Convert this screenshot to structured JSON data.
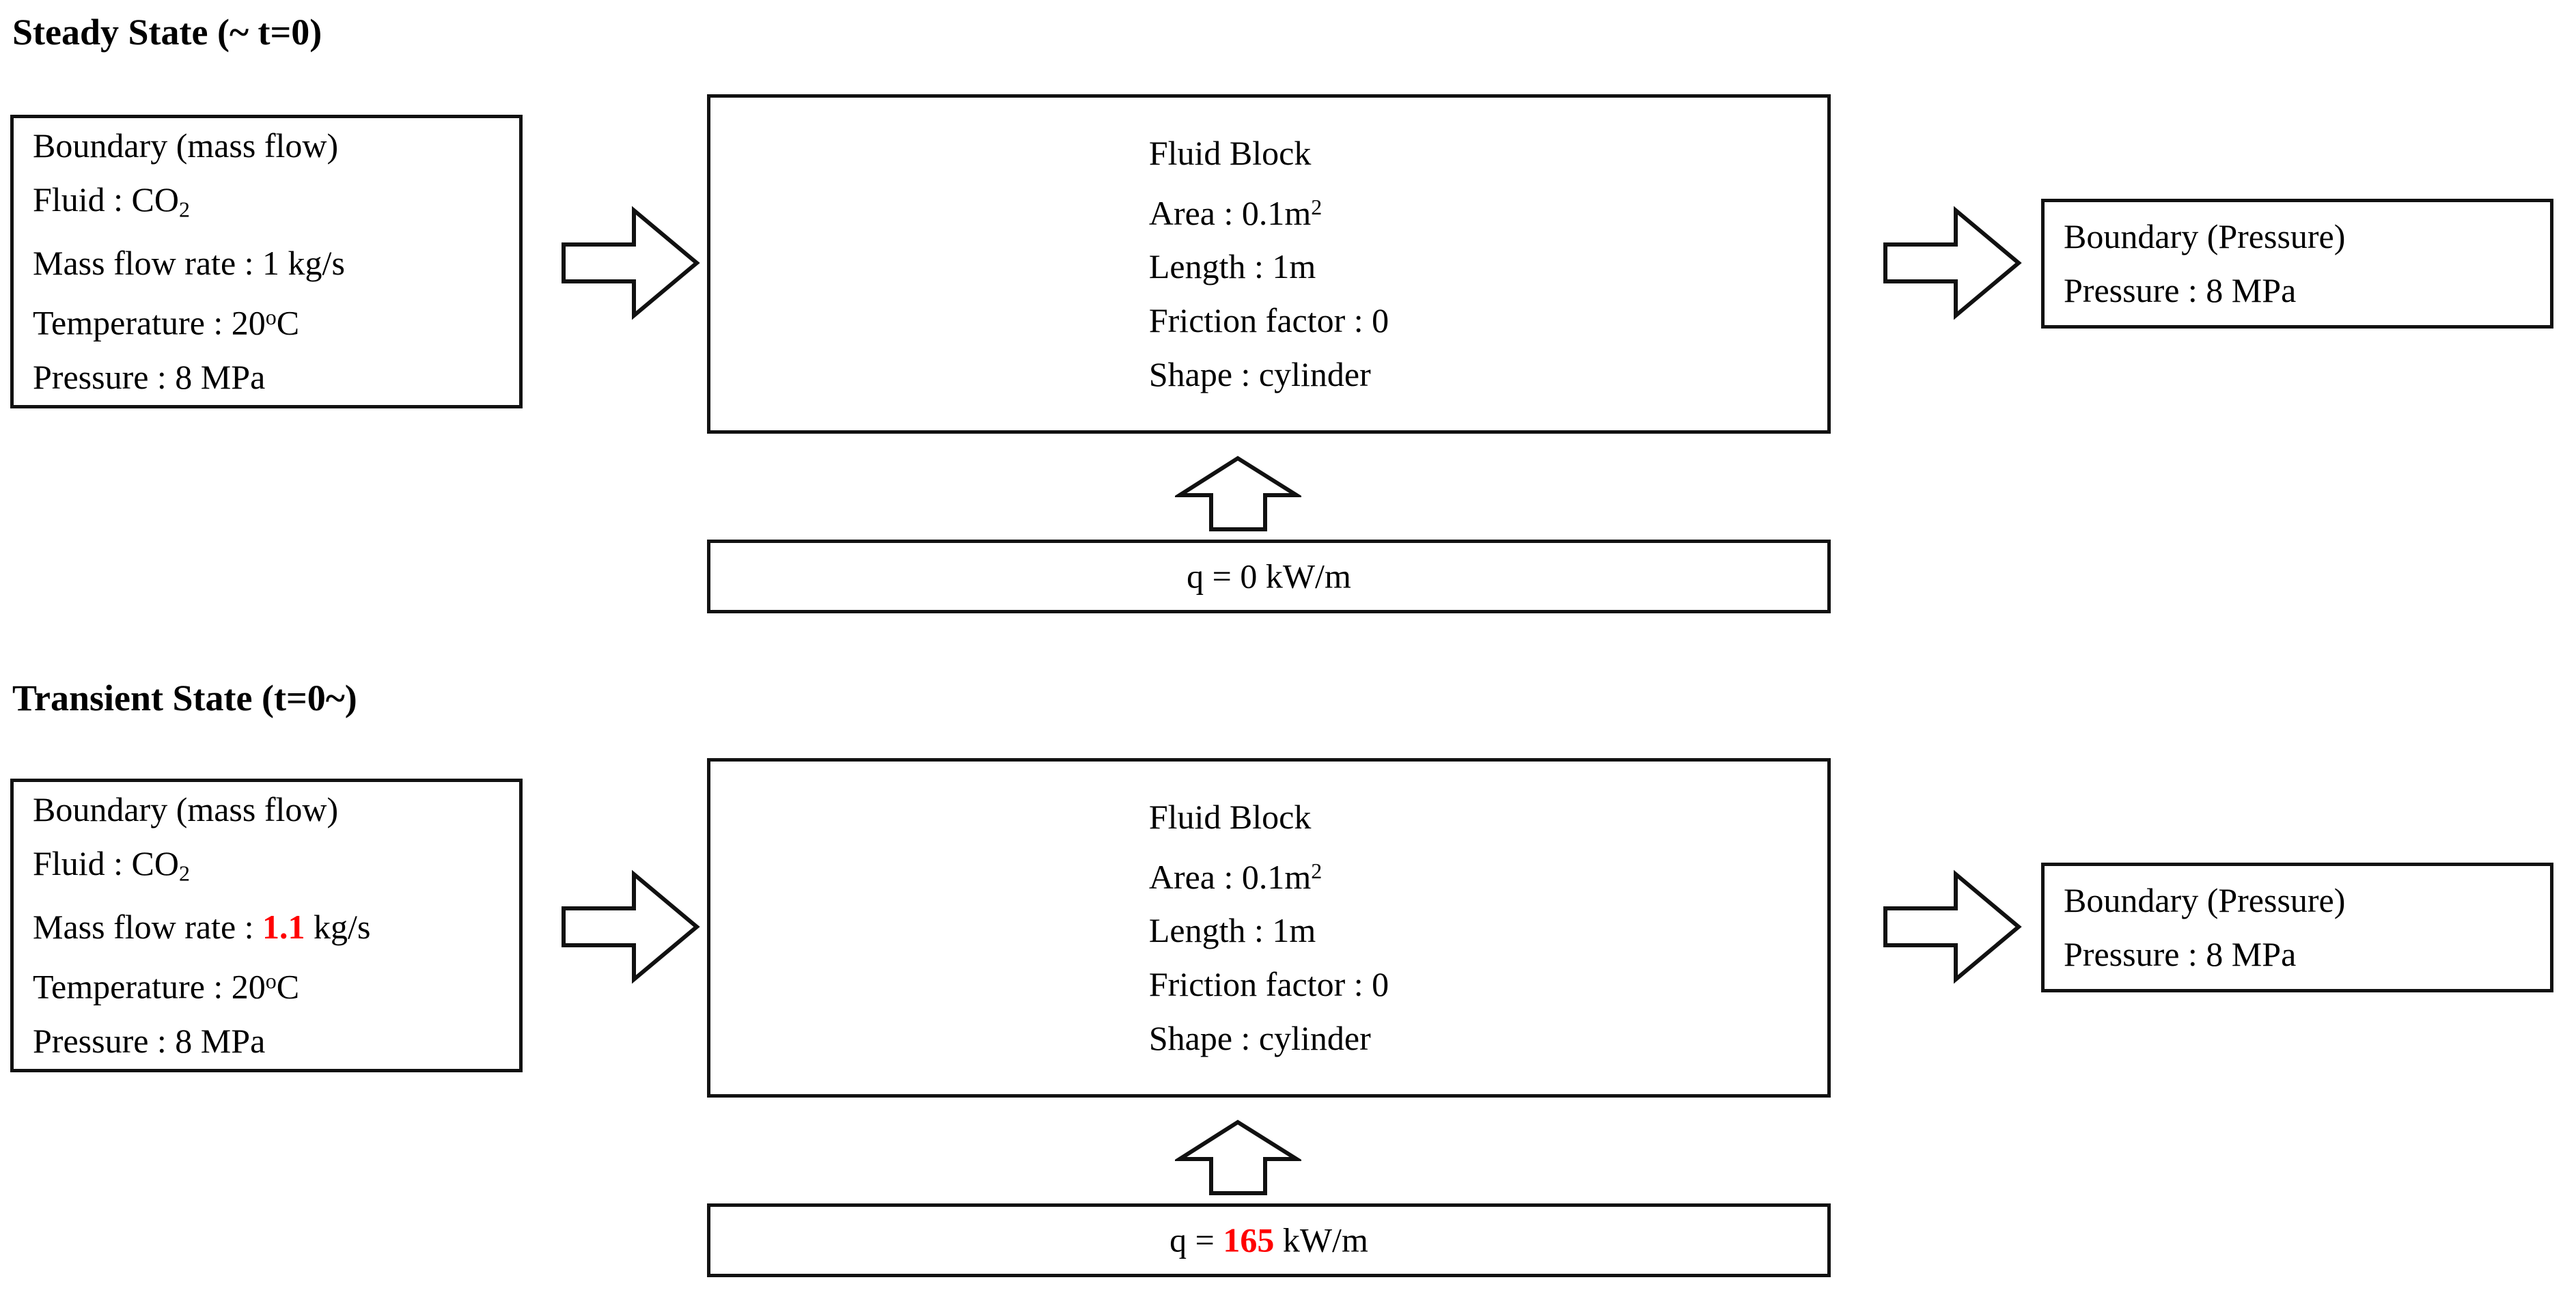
{
  "document": {
    "kind": "engineering-schematic",
    "accent_red": "#ff0000",
    "line_color": "#111111",
    "background": "#ffffff"
  },
  "sections": {
    "steady": {
      "title": "Steady State (~ t=0)",
      "inlet": {
        "header": "Boundary (mass flow)",
        "fluid_label": "Fluid : CO",
        "fluid_sub": "2",
        "massflow_label": "Mass flow rate : ",
        "massflow_value": "1",
        "massflow_unit": " kg/s",
        "temperature_label": "Temperature : 20",
        "temperature_deg": "o",
        "temperature_unit": "C",
        "pressure": "Pressure : 8 MPa"
      },
      "block": {
        "title": "Fluid Block",
        "area_label": "Area : 0.1m",
        "area_sup": "2",
        "length": "Length : 1m",
        "friction": "Friction factor : 0",
        "shape": "Shape : cylinder"
      },
      "outlet": {
        "header": "Boundary (Pressure)",
        "pressure": "Pressure : 8 MPa"
      },
      "heat": {
        "prefix": "q = ",
        "value": "0",
        "unit": " kW/m"
      }
    },
    "transient": {
      "title": "Transient State (t=0~)",
      "inlet": {
        "header": "Boundary (mass flow)",
        "fluid_label": "Fluid : CO",
        "fluid_sub": "2",
        "massflow_label": "Mass flow rate : ",
        "massflow_value": "1.1",
        "massflow_unit": " kg/s",
        "temperature_label": "Temperature : 20",
        "temperature_deg": "o",
        "temperature_unit": "C",
        "pressure": "Pressure : 8 MPa"
      },
      "block": {
        "title": "Fluid Block",
        "area_label": "Area : 0.1m",
        "area_sup": "2",
        "length": "Length : 1m",
        "friction": "Friction factor : 0",
        "shape": "Shape : cylinder"
      },
      "outlet": {
        "header": "Boundary (Pressure)",
        "pressure": "Pressure : 8 MPa"
      },
      "heat": {
        "prefix": "q = ",
        "value": "165",
        "unit": " kW/m"
      }
    }
  }
}
